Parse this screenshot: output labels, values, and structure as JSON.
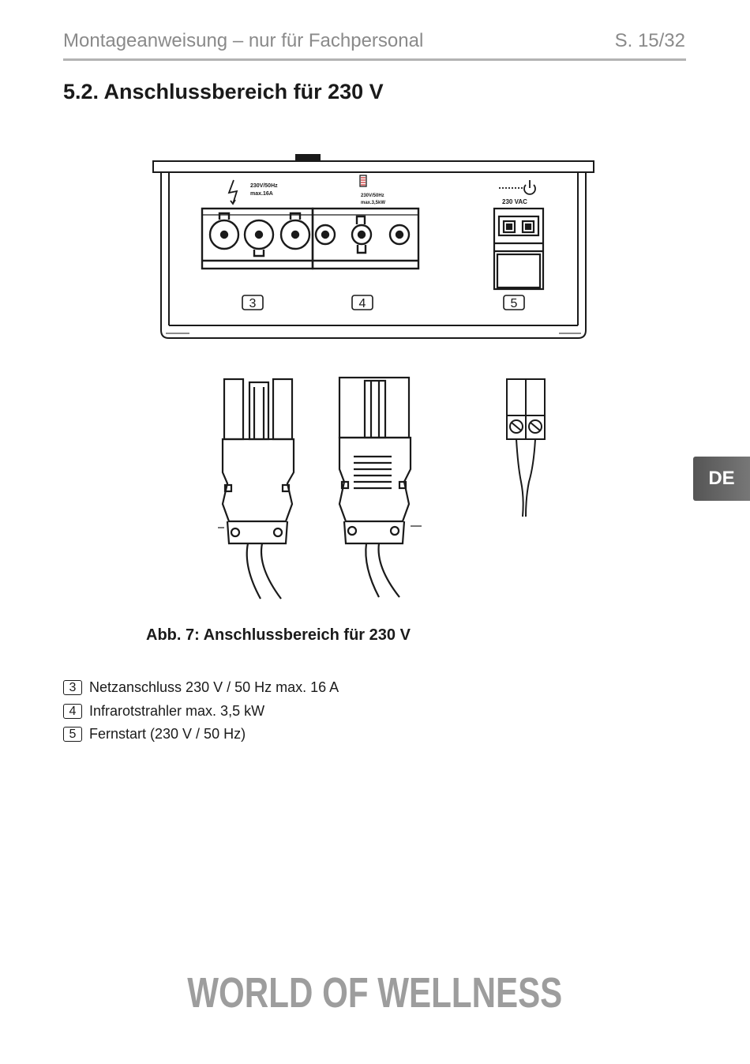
{
  "header": {
    "title": "Montageanweisung – nur für Fachpersonal",
    "page": "S. 15/32"
  },
  "section": {
    "title": "5.2. Anschlussbereich für 230 V"
  },
  "figure": {
    "label_power": "230V/50Hz",
    "label_power_max": "max.16A",
    "label_ir": "230V/50Hz",
    "label_ir_max": "max.3,5kW",
    "label_remote": "230 VAC",
    "callouts": [
      "3",
      "4",
      "5"
    ],
    "caption": "Abb. 7: Anschlussbereich für 230 V",
    "icons": [
      "lightning-icon",
      "infrared-heater-icon",
      "power-icon"
    ]
  },
  "legend": [
    {
      "number": "3",
      "text": "Netzanschluss 230 V / 50 Hz max. 16 A"
    },
    {
      "number": "4",
      "text": "Infrarotstrahler max. 3,5 kW"
    },
    {
      "number": "5",
      "text": "Fernstart (230 V / 50 Hz)"
    }
  ],
  "language_tab": "DE",
  "brand": "WORLD OF WELLNESS",
  "colors": {
    "header_text": "#8a8a8a",
    "rule": "#b3b3b3",
    "brand": "#9d9d9d",
    "tab": "#666666"
  }
}
